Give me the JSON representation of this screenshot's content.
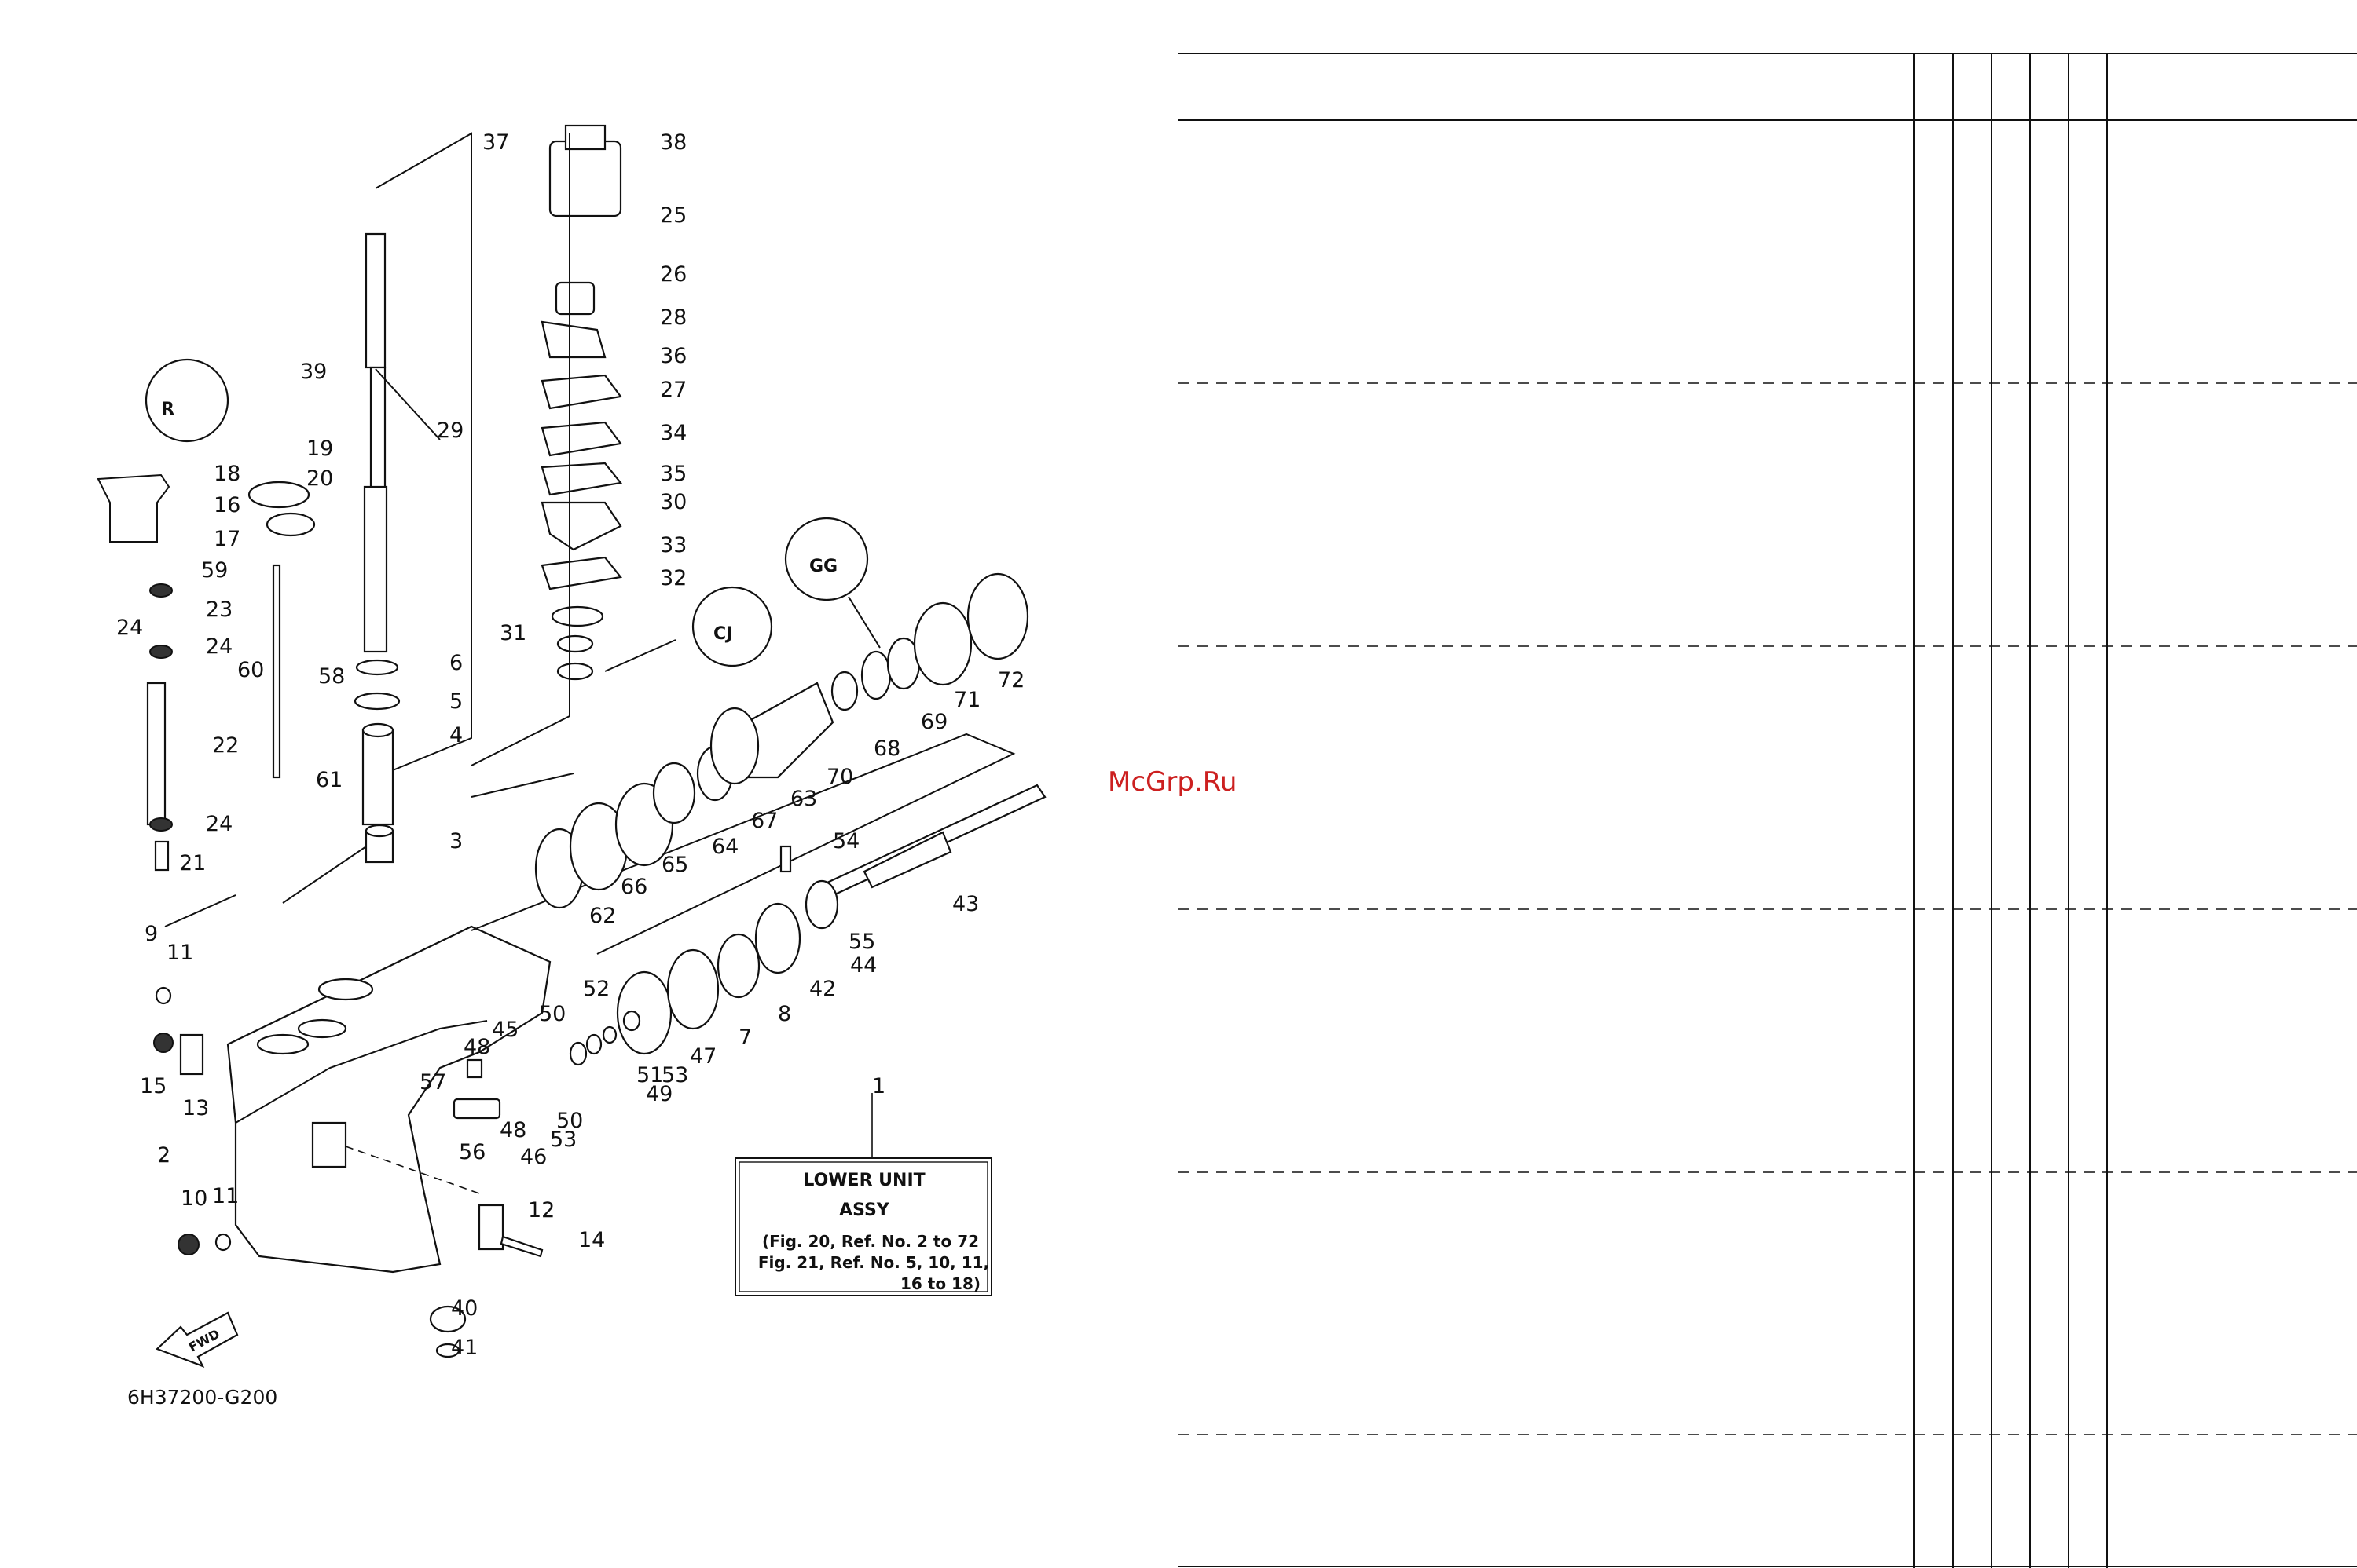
{
  "diagram": {
    "code": "6H37200-G200",
    "fwd": "FWD",
    "labels": [
      "1",
      "2",
      "3",
      "4",
      "5",
      "6",
      "7",
      "8",
      "9",
      "10",
      "11",
      "11",
      "12",
      "13",
      "14",
      "15",
      "16",
      "17",
      "18",
      "19",
      "20",
      "21",
      "22",
      "23",
      "24",
      "24",
      "24",
      "25",
      "26",
      "27",
      "28",
      "29",
      "30",
      "31",
      "32",
      "33",
      "34",
      "35",
      "36",
      "37",
      "38",
      "39",
      "40",
      "41",
      "42",
      "43",
      "44",
      "45",
      "46",
      "47",
      "48",
      "48",
      "49",
      "50",
      "50",
      "51",
      "52",
      "53",
      "53",
      "54",
      "55",
      "56",
      "57",
      "58",
      "59",
      "60",
      "61",
      "62",
      "63",
      "64",
      "65",
      "66",
      "67",
      "68",
      "69",
      "70",
      "71",
      "72"
    ],
    "assy_box": {
      "line1": "LOWER UNIT",
      "line2": "ASSY",
      "line3": "(Fig. 20, Ref. No. 2 to 72",
      "line4": "Fig. 21, Ref. No. 5, 10, 11,",
      "line5": "16 to 18)"
    }
  },
  "watermark": "McGrp.Ru"
}
